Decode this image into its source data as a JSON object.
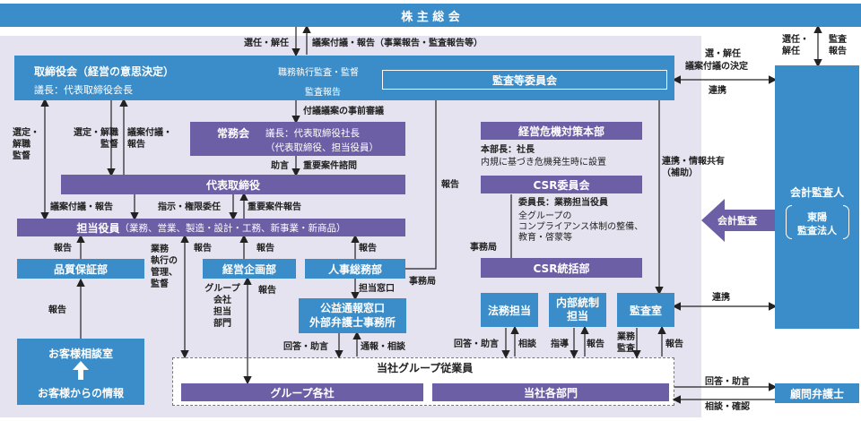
{
  "top": {
    "title": "株 主 総 会"
  },
  "board": {
    "title": "取締役会（経営の意思決定）",
    "chair": "議長：代表取締役会長",
    "label_oversight": "職務執行監査・監督",
    "label_report": "監査報告"
  },
  "audit_committee": {
    "title": "監査等委員会"
  },
  "top_labels": {
    "elect": "選任・解任",
    "agenda": "議案付議・報告（事業報告・監査報告等）"
  },
  "right_labels": {
    "elect_dismiss": "選・解任",
    "agenda_decision": "議案付議の決定",
    "coordination": "連携",
    "elect2_l1": "選任・",
    "elect2_l2": "解任",
    "report2_l1": "監査",
    "report2_l2": "報告",
    "info_share_l1": "連携・情報共有",
    "info_share_l2": "（補助）"
  },
  "auditor": {
    "title": "会計監査人",
    "firm_l1": "東陽",
    "firm_l2": "監査法人",
    "arrow_label": "会計監査"
  },
  "left_labels": {
    "l1": "選定・",
    "l2": "解職",
    "l3": "監督",
    "m1": "選定・解職",
    "m2": "監督",
    "n1": "議案付議・",
    "n2": "報告",
    "agenda_report": "議案付議・報告",
    "report": "報告"
  },
  "managing": {
    "title": "常務会",
    "chair": "議長：代表取締役社長",
    "members": "（代表取締役、担当役員）",
    "prior": "付議議案の事前審議",
    "advice": "助言",
    "important": "重要案件諮問"
  },
  "ceo": {
    "title": "代表取締役",
    "instruct": "指示・権限委任",
    "important_report": "重要案件報告"
  },
  "officers": {
    "title": "担当役員",
    "sub": "（業務、営業、製造・設計・工務、新事業・新商品）"
  },
  "quality": {
    "title": "品質保証部",
    "report": "報告",
    "report2": "報告"
  },
  "customer": {
    "title": "お客様相談室",
    "info": "お客様からの情報"
  },
  "biz_labels": {
    "b1": "業務",
    "b2": "執行の",
    "b3": "管理、",
    "b4": "監督",
    "report": "報告"
  },
  "planning": {
    "title": "経営企画部",
    "report": "報告",
    "report_r": "報告",
    "group1": "グループ",
    "group2": "会社",
    "group3": "担当",
    "group4": "部門"
  },
  "hr": {
    "title": "人事総務部",
    "report": "報告",
    "secretariat": "事務局",
    "contact": "担当窓口"
  },
  "whistle": {
    "l1": "公益通報窓口",
    "l2": "外部弁護士事務所",
    "answer": "回答・助言",
    "notify": "通報・相談"
  },
  "crisis": {
    "title": "経営危機対策本部",
    "head": "本部長：社長",
    "note": "内規に基づき危機発生時に設置"
  },
  "csr_committee": {
    "title": "CSR委員会",
    "chair": "委員長：業務担当役員",
    "desc1": "全グループの",
    "desc2": "コンプライアンス体制の整備、",
    "desc3": "教育・啓蒙等",
    "secretariat": "事務局",
    "report_label": "報告"
  },
  "csr_office": {
    "title": "CSR統括部"
  },
  "legal": {
    "title": "法務担当",
    "answer": "回答・助言",
    "consult": "相談"
  },
  "internal": {
    "title_l1": "内部統制",
    "title_l2": "担当",
    "guide": "指導",
    "report": "報告"
  },
  "audit_office": {
    "title": "監査室",
    "biz1": "業務",
    "biz2": "監査",
    "report": "報告",
    "coordination": "連携"
  },
  "employees": {
    "title": "当社グループ従業員",
    "group": "グループ各社",
    "dept": "当社各部門"
  },
  "lawyer": {
    "title": "顧問弁護士",
    "answer": "回答・助言",
    "consult": "相談・確認"
  }
}
